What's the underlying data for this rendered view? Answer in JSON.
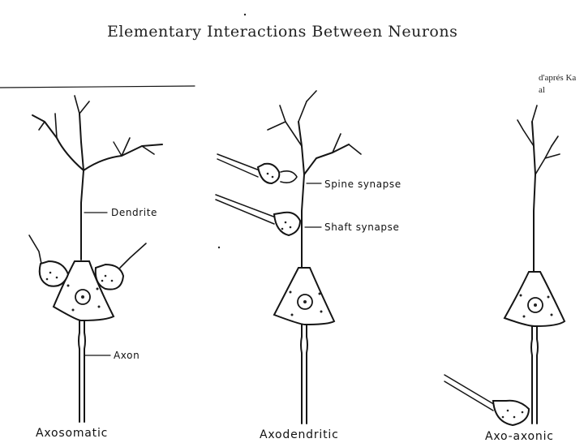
{
  "title": "Elementary Interactions Between Neurons",
  "credit": [
    "d'aprés Ka",
    "al"
  ],
  "labels": {
    "dendrite": "Dendrite",
    "axon": "Axon",
    "spine_synapse": "Spine synapse",
    "shaft_synapse": "Shaft synapse"
  },
  "captions": {
    "left": "Axosomatic",
    "middle": "Axodendritic",
    "right": "Axo-axonic"
  }
}
